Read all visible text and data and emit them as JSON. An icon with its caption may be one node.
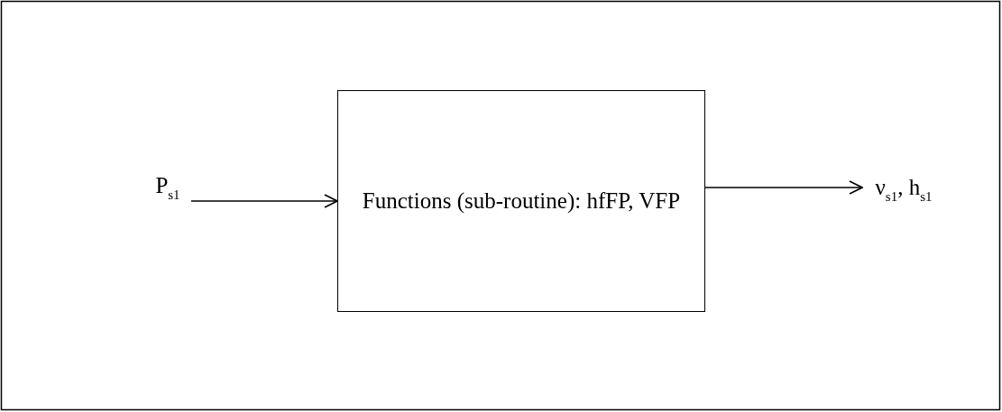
{
  "diagram": {
    "nodes": [
      {
        "text": [
          "P$_{s1}$"
        ]
      },
      {
        "text": [
          "Functions (sub-routine): hfFP, VFP"
        ]
      },
      {
        "text": [
          "ν$_{s1}$, h$_{s1}$"
        ]
      }
    ],
    "edges": [
      {
        "from": 0,
        "to": 1,
        "arrow": "to"
      },
      {
        "from": 1,
        "to": 2,
        "arrow": "to"
      }
    ]
  }
}
